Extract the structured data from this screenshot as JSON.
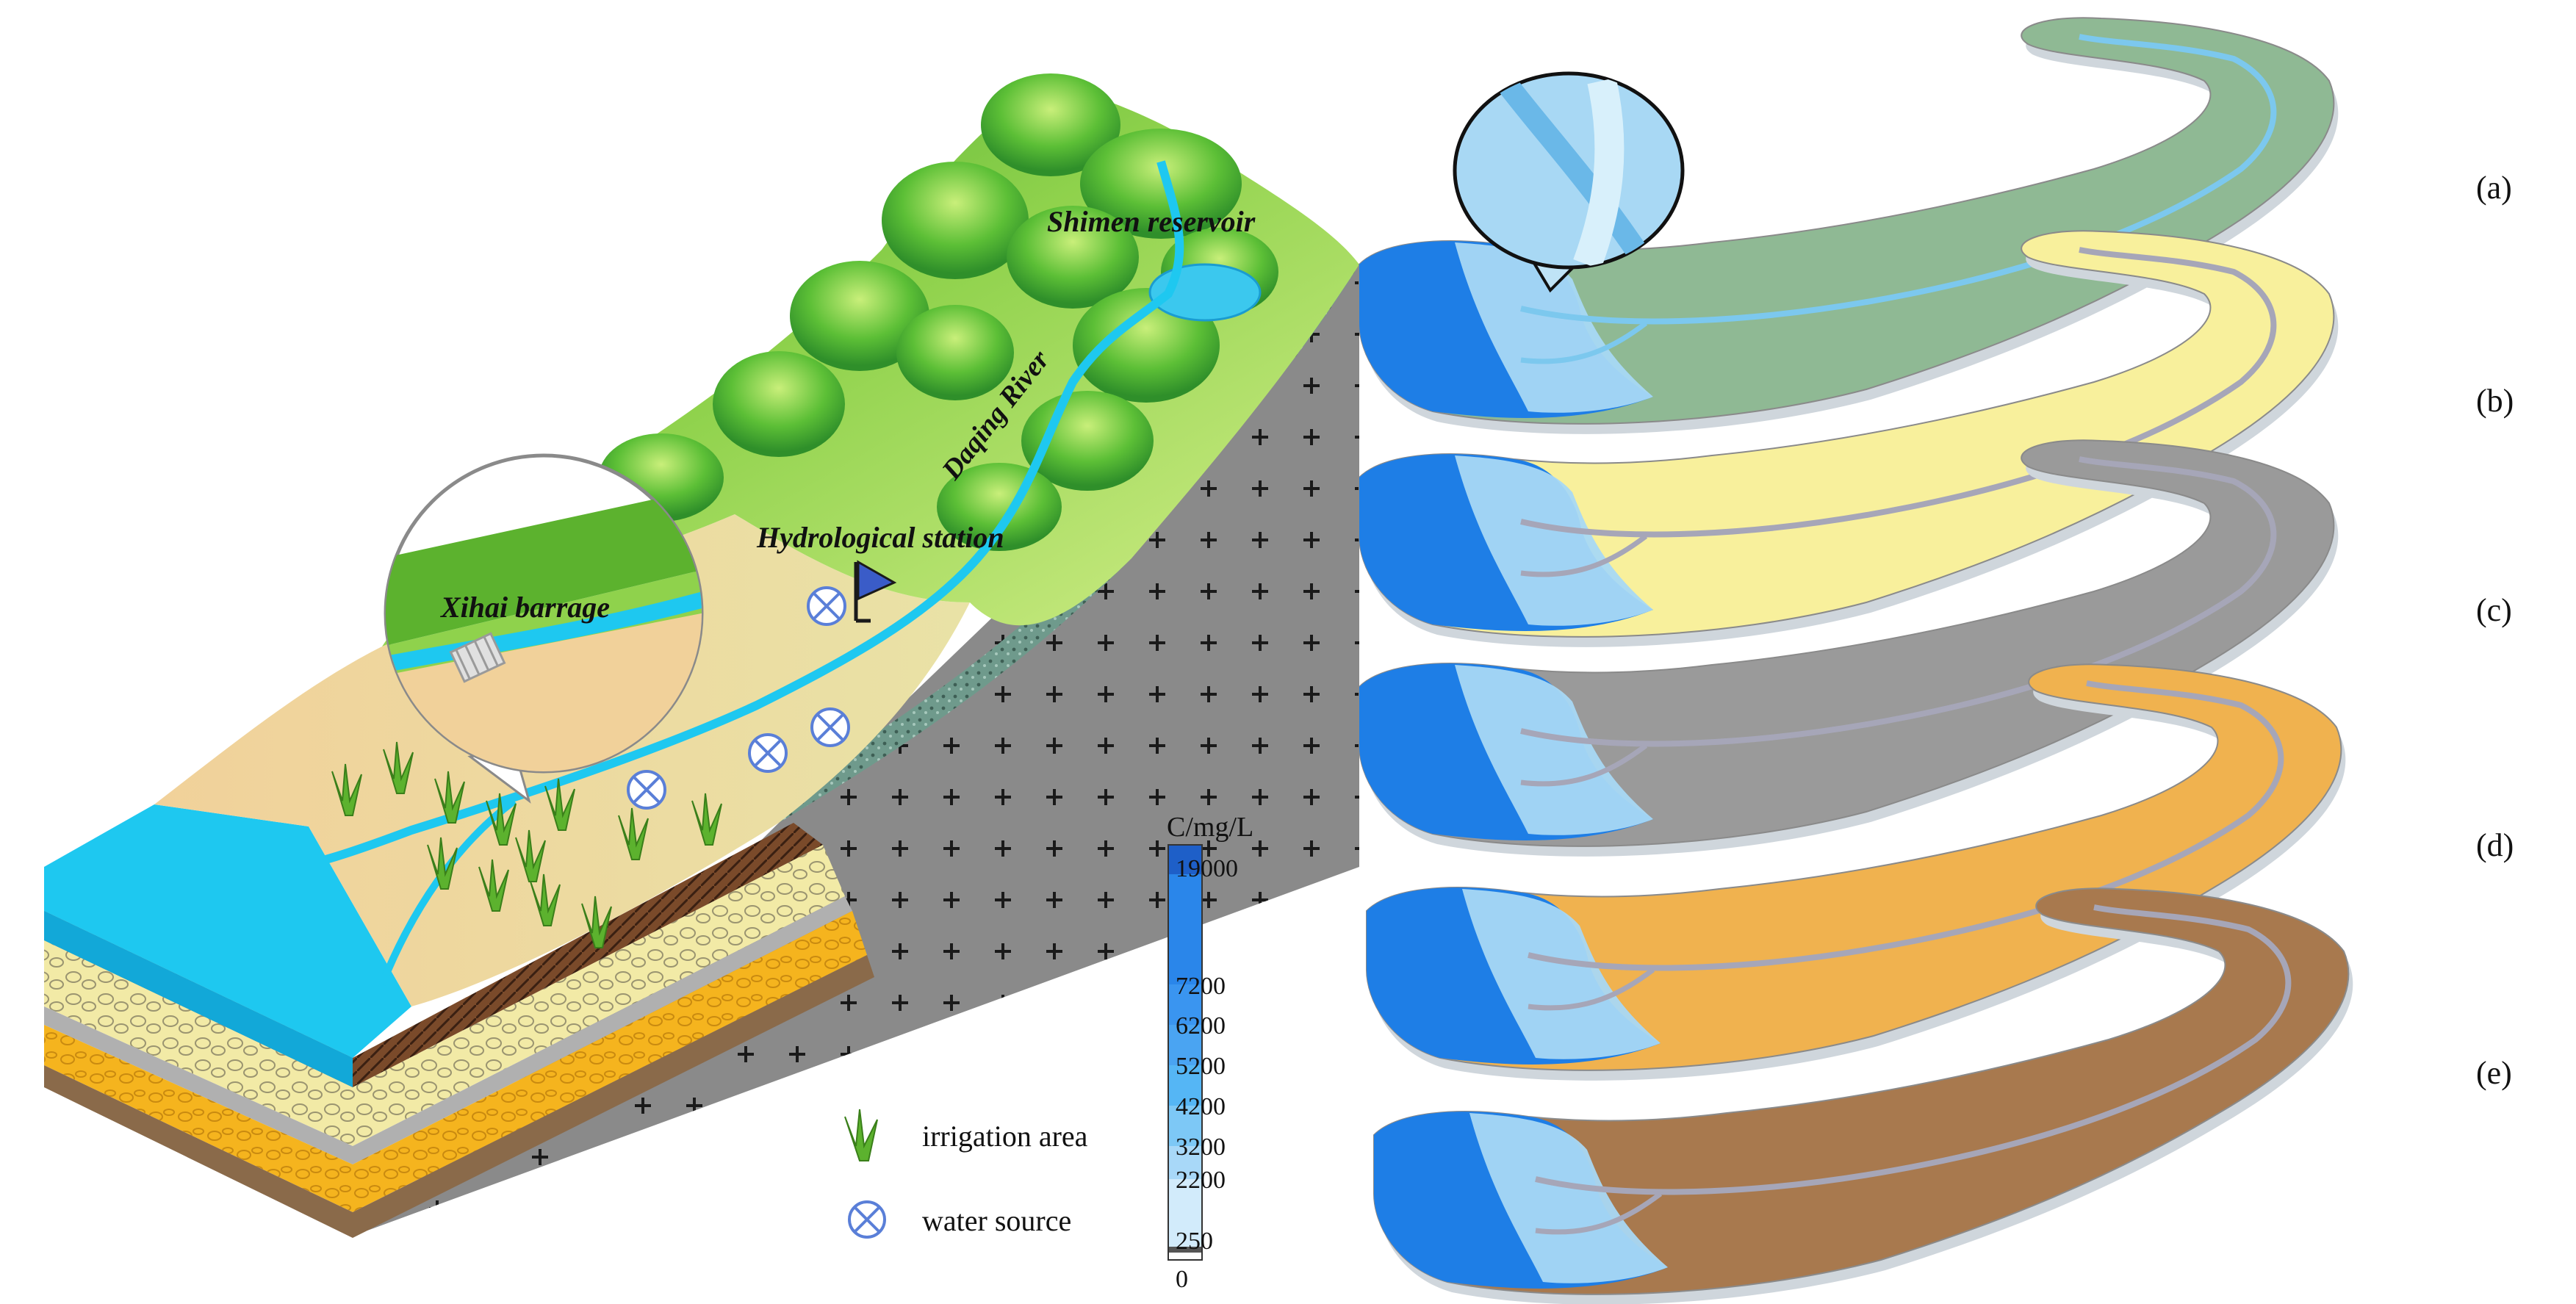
{
  "block_diagram": {
    "reservoir_label": "Shimen reservoir",
    "river_label": "Daqing River",
    "station_label": "Hydrological station",
    "barrage_label": "Xihai barrage"
  },
  "legend": {
    "irrigation_label": "irrigation area",
    "water_source_label": "water source"
  },
  "colorbar": {
    "unit_label": "C/mg/L",
    "ticks": [
      "19000",
      "7200",
      "6200",
      "5200",
      "4200",
      "3200",
      "2200",
      "250",
      "0"
    ]
  },
  "panels": [
    {
      "label": "(a)",
      "fill": "#8fb994"
    },
    {
      "label": "(b)",
      "fill": "#f8f09c"
    },
    {
      "label": "(c)",
      "fill": "#9a9a9a"
    },
    {
      "label": "(d)",
      "fill": "#f0b24f"
    },
    {
      "label": "(e)",
      "fill": "#a8794e"
    }
  ],
  "colors": {
    "water": "#1ec8f0",
    "sea_blue": "#1e7ee6",
    "mountain": "#78c84a"
  }
}
